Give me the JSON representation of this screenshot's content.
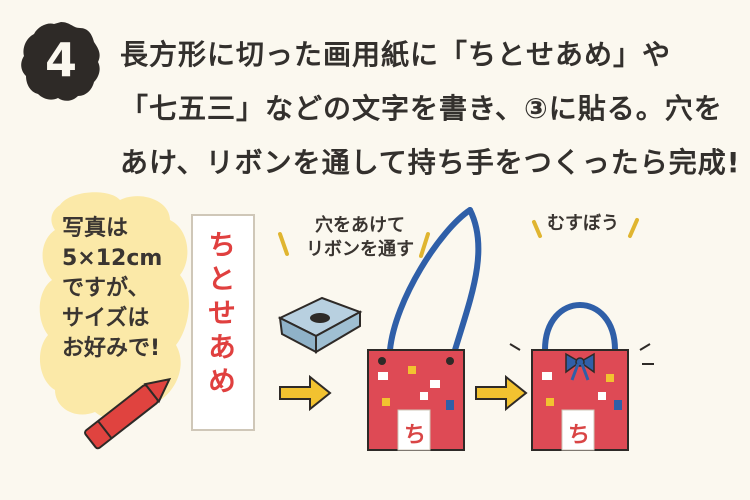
{
  "step": {
    "number": "4"
  },
  "instruction": {
    "line1": "長方形に切った画用紙に「ちとせあめ」や",
    "line2": "「七五三」などの文字を書き、③に貼る。穴を",
    "line3": "あけ、リボンを通して持ち手をつくったら完成!"
  },
  "note": {
    "text": "写真は\n5×12cm\nですが、\nサイズは\nお好みで!"
  },
  "strip": {
    "text": "ちとせあめ"
  },
  "hole_caption": {
    "text": "穴をあけて\nリボンを通す"
  },
  "tie_caption": {
    "text": "むすぼう"
  },
  "bag_label": {
    "text": "ち"
  },
  "colors": {
    "bag_red": "#de4a55",
    "ribbon_blue": "#2f5fa8",
    "arrow_yellow": "#f2c230",
    "crayon_red": "#e0433f",
    "cloud_yellow": "#fbe9a8"
  }
}
